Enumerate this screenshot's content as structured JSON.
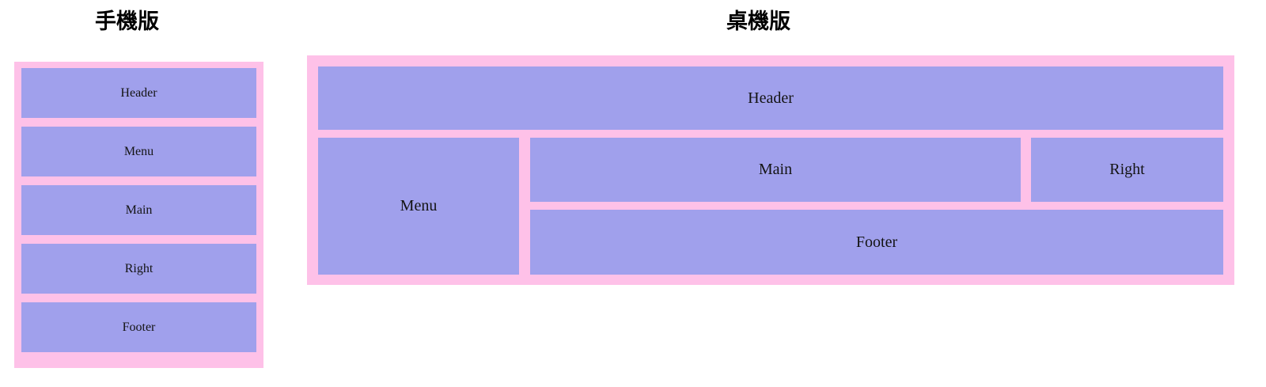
{
  "colors": {
    "container_pink": "#fec1e8",
    "block_purple": "#a0a0ec",
    "text": "#141414",
    "title": "#000000",
    "page_background": "#ffffff"
  },
  "mobile": {
    "title": "手機版",
    "blocks": [
      {
        "label": "Header"
      },
      {
        "label": "Menu"
      },
      {
        "label": "Main"
      },
      {
        "label": "Right"
      },
      {
        "label": "Footer"
      }
    ]
  },
  "desktop": {
    "title": "桌機版",
    "blocks": [
      {
        "label": "Header"
      },
      {
        "label": "Menu"
      },
      {
        "label": "Main"
      },
      {
        "label": "Right"
      },
      {
        "label": "Footer"
      }
    ]
  }
}
